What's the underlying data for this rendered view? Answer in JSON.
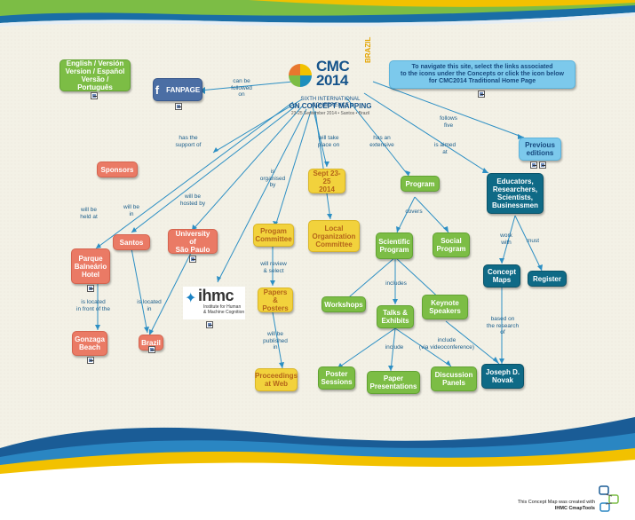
{
  "logo": {
    "title_line1": "CMC",
    "title_line2": "2014",
    "brazil": "BRAZIL",
    "subtitle1": "SIXTH INTERNATIONAL CONFERENCE",
    "subtitle2": "ON CONCEPT MAPPING",
    "date": "23-25 September 2014 • Santos • Brazil"
  },
  "nodes": {
    "languages": "English / Versión\nVersion / Español\nVersão / Português",
    "fanpage": "FANPAGE",
    "fanpage_glyph": "f",
    "navigate": "To navigate this site, select the links associated\nto the icons under the Concepts or click the icon below\nfor CMC2014 Traditional Home Page",
    "previous": "Previous\neditions",
    "sponsors": "Sponsors",
    "sept": "Sept 23-25\n2014",
    "program": "Program",
    "educators": "Educators,\nResearchers,\nScientists,\nBusinessmen",
    "parque": "Parque\nBalneário\nHotel",
    "santos": "Santos",
    "usp": "University of\nSão Paulo",
    "progcomm": "Progam\nCommittee",
    "localorg": "Local\nOrganization\nCommittee",
    "scientific": "Scientific\nProgram",
    "social": "Social\nProgram",
    "conceptmaps": "Concept\nMaps",
    "register": "Register",
    "papers": "Papers &\nPosters",
    "workshops": "Workshops",
    "talks": "Talks &\nExhibits",
    "keynote": "Keynote\nSpeakers",
    "gonzaga": "Gonzaga\nBeach",
    "brazil": "Brazil",
    "proceedings": "Proceedings\nat Web",
    "poster": "Poster\nSessions",
    "paperpres": "Paper\nPresentations",
    "discussion": "Discussion\nPanels",
    "novak": "Joseph D.\nNovak"
  },
  "ihmc": {
    "glyph": "✦",
    "word": "ihmc",
    "tagline": "Institute for Human\n& Machine Cognition"
  },
  "links": {
    "can_be_followed_on": "can be\nfollowed\non",
    "has_support": "has the\nsupport of",
    "will_take_place": "will take\nplace on",
    "has_extensive": "has an\nextensive",
    "is_aimed_at": "is aimed\nat",
    "follows_five": "follows\nfive",
    "will_be_held_at": "will be\nheld at",
    "will_be_in": "will be\nin",
    "will_be_hosted_by": "will be\nhosted by",
    "is_organised_by": "is\norganised\nby",
    "covers": "covers",
    "work_with": "work\nwith",
    "must": "must",
    "is_located_front": "is located\nin front of the",
    "is_located_in": "is located\nin",
    "will_review": "will review\n& select",
    "will_be_published": "will be\npublished\nin",
    "includes": "includes",
    "include": "include",
    "include_video": "include\n(via videoconference)",
    "based_on": "based on\nthe research\nof"
  },
  "footer": {
    "line1": "This Concept Map was created with",
    "line2": "IHMC CmapTools"
  },
  "colors": {
    "background": "#f3f1e6",
    "salmon": "#ea7a65",
    "yellow": "#f2d23c",
    "green": "#7cbd45",
    "teal": "#0f6a86",
    "light_blue": "#7cc9ec",
    "connector": "#2d8fc4"
  }
}
